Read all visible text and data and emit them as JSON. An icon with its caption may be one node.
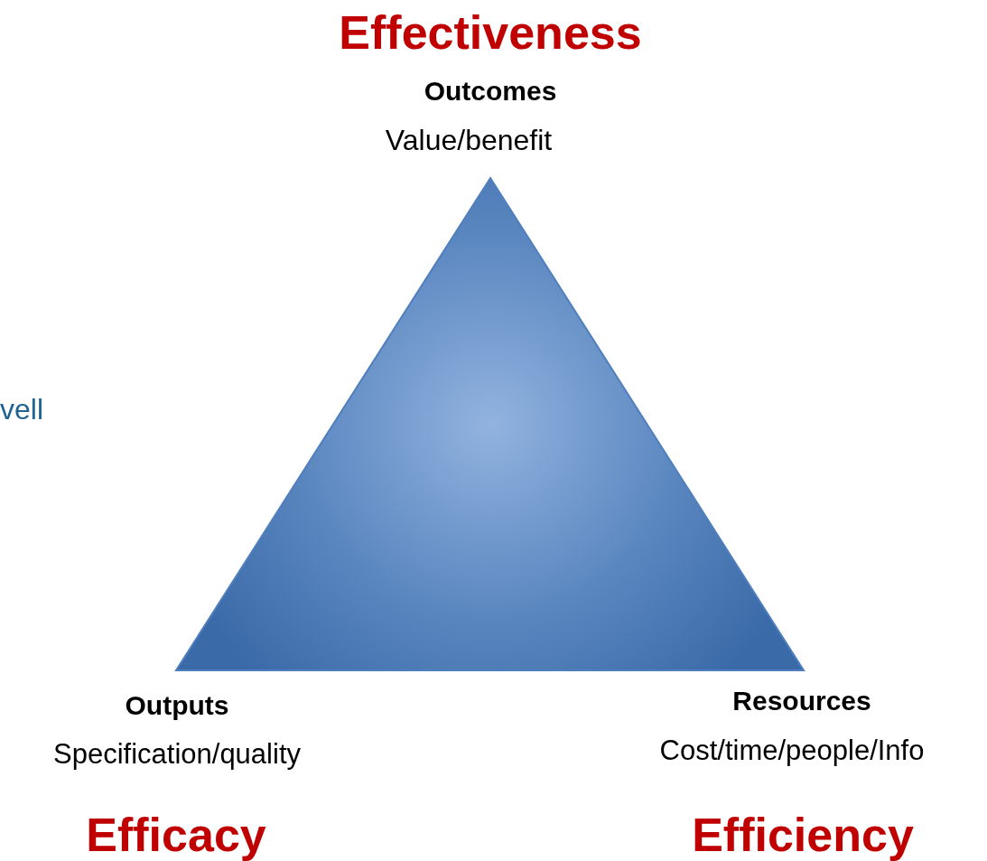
{
  "diagram": {
    "labels": [
      "Effectiveness",
      "Outcomes",
      "Value/benefit",
      "vell",
      "Outputs",
      "Specification/quality",
      "Resources",
      "Cost/time/people/Info",
      "Efficacy",
      "Efficiency"
    ]
  }
}
